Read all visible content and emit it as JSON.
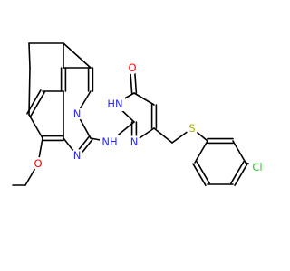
{
  "colors": {
    "bond": "#000000",
    "N": "#2a2aff",
    "O": "#ff0000",
    "S": "#b2b200",
    "Cl": "#1fcc1f"
  },
  "atoms": [
    {
      "id": "n_a",
      "el": "N",
      "text": "N"
    },
    {
      "id": "n_b",
      "el": "N",
      "text": "N"
    },
    {
      "id": "nh_link",
      "el": "N",
      "text": "NH"
    },
    {
      "id": "nh_ring",
      "el": "N",
      "text": "HN"
    },
    {
      "id": "n_c",
      "el": "N",
      "text": "N"
    },
    {
      "id": "o_keto",
      "el": "O",
      "text": "O"
    },
    {
      "id": "o_ether",
      "el": "O",
      "text": "O"
    },
    {
      "id": "s_thio",
      "el": "S",
      "text": "S"
    },
    {
      "id": "cl",
      "el": "Cl",
      "text": "Cl"
    }
  ]
}
